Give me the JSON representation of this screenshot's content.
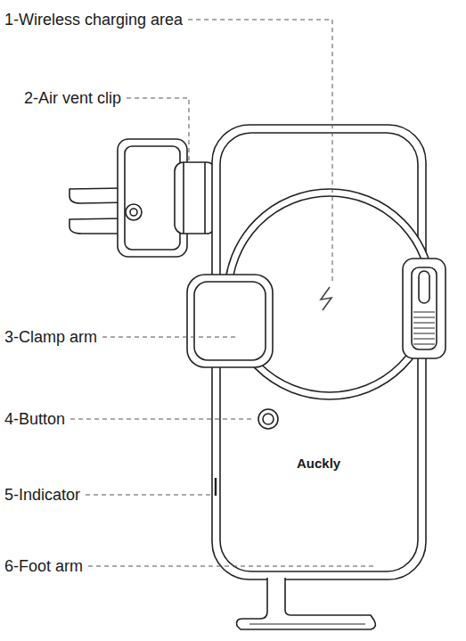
{
  "diagram": {
    "labels": [
      "1-Wireless charging area",
      "2-Air vent clip",
      "3-Clamp arm",
      "4-Button",
      "5-Indicator",
      "6-Foot arm",
      "Auckly"
    ]
  }
}
